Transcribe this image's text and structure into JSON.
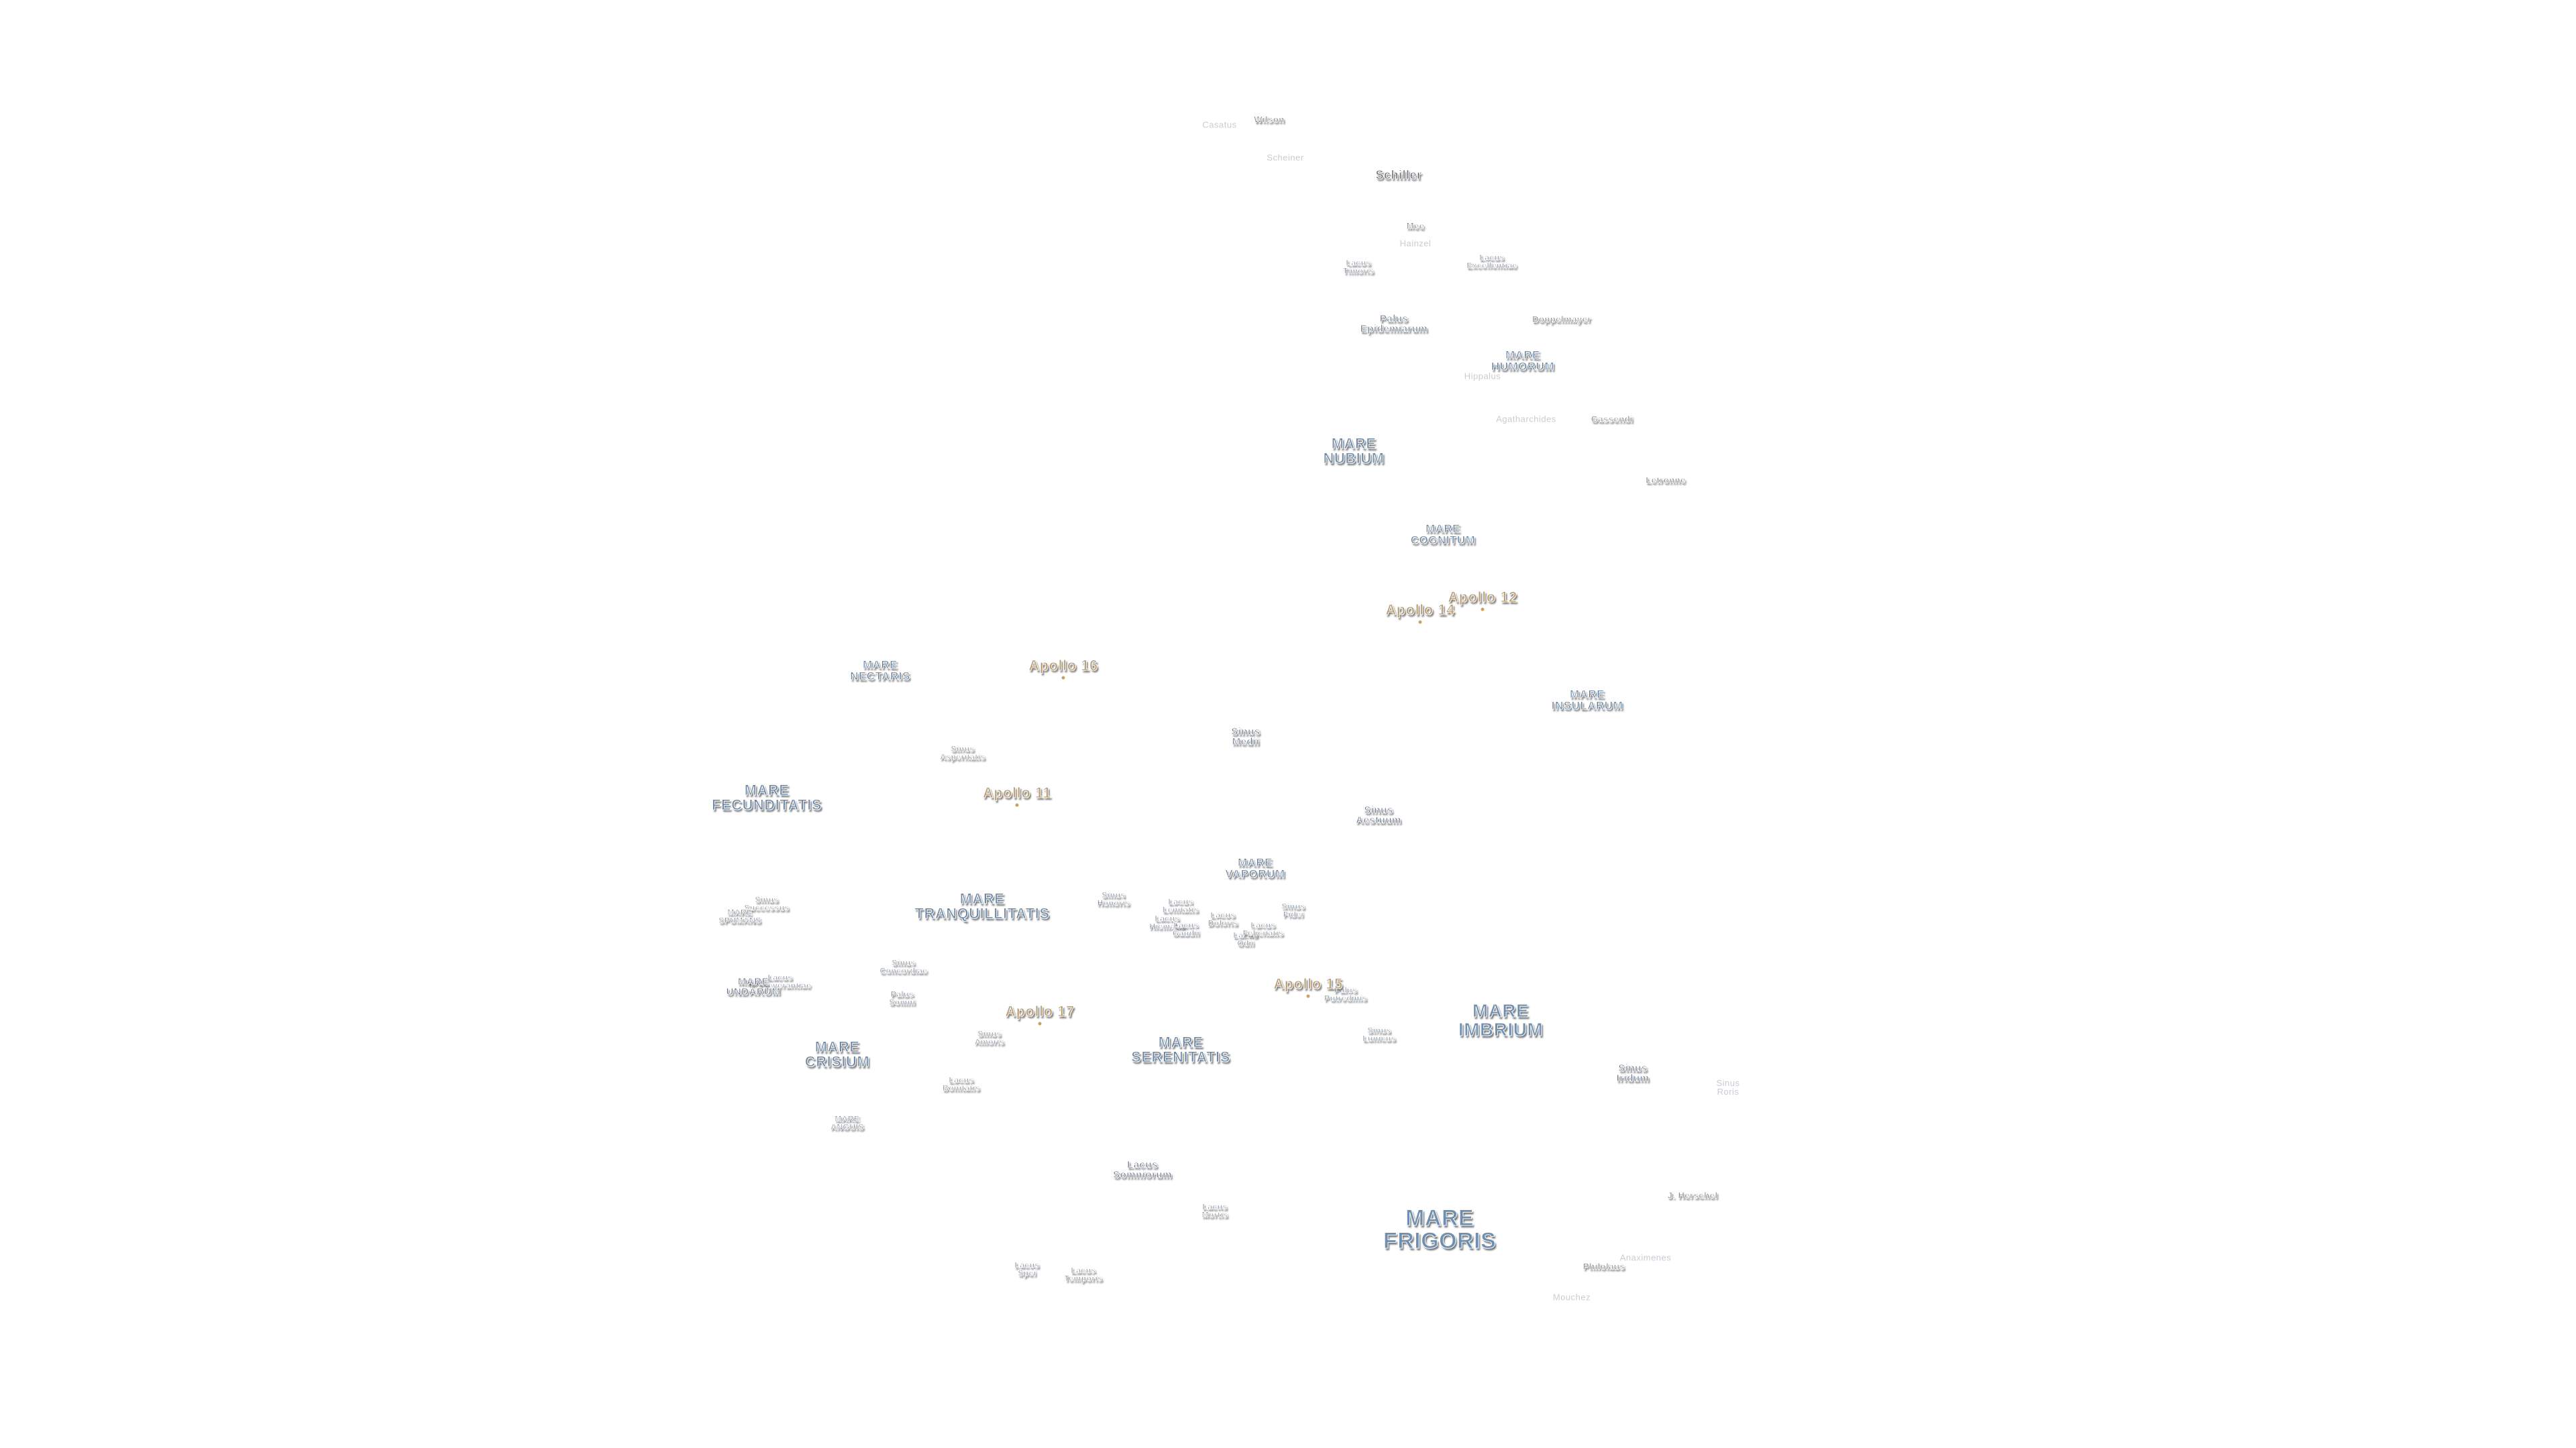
{
  "map": {
    "labels": [
      {
        "text": "Casatus",
        "kind": "faint"
      },
      {
        "text": "Wilson",
        "kind": "crater-s"
      },
      {
        "text": "Scheiner",
        "kind": "faint"
      },
      {
        "text": "Schiller",
        "kind": "crater"
      },
      {
        "text": "Mee",
        "kind": "crater-s"
      },
      {
        "text": "Hainzel",
        "kind": "faint"
      },
      {
        "text": "Lacus\nTimoris",
        "kind": "feat-xs"
      },
      {
        "text": "Lacus\nExcellentiae",
        "kind": "feat-xs"
      },
      {
        "text": "Palus\nEpidemiarum",
        "kind": "feat"
      },
      {
        "text": "Doppelmayer",
        "kind": "crater-s"
      },
      {
        "text": "MARE\nHUMORUM",
        "kind": "mare-s"
      },
      {
        "text": "Hippalus",
        "kind": "faint"
      },
      {
        "text": "Agatharchides",
        "kind": "faint"
      },
      {
        "text": "Gassendi",
        "kind": "crater-s"
      },
      {
        "text": "MARE\nNUBIUM",
        "kind": "mare-m"
      },
      {
        "text": "Letronne",
        "kind": "crater-s"
      },
      {
        "text": "MARE\nCOGNITUM",
        "kind": "mare-s"
      },
      {
        "text": "MARE\nNECTARIS",
        "kind": "mare-s"
      },
      {
        "text": "MARE\nINSULARUM",
        "kind": "mare-s"
      },
      {
        "text": "Sinus\nMedii",
        "kind": "feat"
      },
      {
        "text": "Sinus\nAsperitatis",
        "kind": "feat-xs"
      },
      {
        "text": "MARE\nFECUNDITATIS",
        "kind": "mare-m"
      },
      {
        "text": "Sinus\nAestuum",
        "kind": "feat"
      },
      {
        "text": "MARE\nVAPORUM",
        "kind": "mare-s"
      },
      {
        "text": "MARE\nTRANQUILLITATIS",
        "kind": "mare-m"
      },
      {
        "text": "Sinus\nSuccessus",
        "kind": "feat-xs"
      },
      {
        "text": "MARE\nSPUMANS",
        "kind": "feat-xs"
      },
      {
        "text": "Sinus\nHonoris",
        "kind": "feat-xs"
      },
      {
        "text": "Lacus\nLenitatis",
        "kind": "feat-xs"
      },
      {
        "text": "Lacus\nHiemalis",
        "kind": "feat-xs"
      },
      {
        "text": "Lacus\nGaudii",
        "kind": "feat-xs"
      },
      {
        "text": "Lacus\nDoloris",
        "kind": "feat-xs"
      },
      {
        "text": "Lacus\nOdii",
        "kind": "feat-xs"
      },
      {
        "text": "Lacus\nFelicitatis",
        "kind": "feat-xs"
      },
      {
        "text": "Sinus\nFidei",
        "kind": "feat-xs"
      },
      {
        "text": "Sinus\nConcordiae",
        "kind": "feat-xs"
      },
      {
        "text": "Lacus\nPerseverantiae",
        "kind": "feat-xs"
      },
      {
        "text": "MARE\nUNDARUM",
        "kind": "feat"
      },
      {
        "text": "Palus\nSomni",
        "kind": "feat-xs"
      },
      {
        "text": "Palus\nPutredinis",
        "kind": "feat-xs"
      },
      {
        "text": "MARE\nIMBRIUM",
        "kind": "mare-l"
      },
      {
        "text": "Sinus\nAmoris",
        "kind": "feat-xs"
      },
      {
        "text": "MARE\nCRISIUM",
        "kind": "mare-m"
      },
      {
        "text": "MARE\nSERENITATIS",
        "kind": "mare-m"
      },
      {
        "text": "Sinus\nLunicus",
        "kind": "feat-xs"
      },
      {
        "text": "Lacus\nBonitatis",
        "kind": "feat-xs"
      },
      {
        "text": "Sinus\nIridum",
        "kind": "feat"
      },
      {
        "text": "Sinus\nRoris",
        "kind": "faint"
      },
      {
        "text": "MARE\nANGUIS",
        "kind": "feat-xs"
      },
      {
        "text": "Lacus\nSomniorum",
        "kind": "feat"
      },
      {
        "text": "J. Herschel",
        "kind": "crater-s"
      },
      {
        "text": "Lacus\nMortis",
        "kind": "feat-xs"
      },
      {
        "text": "MARE\nFRIGORIS",
        "kind": "mare-xl"
      },
      {
        "text": "Anaximenes",
        "kind": "faint"
      },
      {
        "text": "Philolaus",
        "kind": "crater-s"
      },
      {
        "text": "Lacus\nSpei",
        "kind": "feat-xs"
      },
      {
        "text": "Lacus\nTemporis",
        "kind": "feat-xs"
      },
      {
        "text": "Mouchez",
        "kind": "faint"
      }
    ],
    "apollo": [
      {
        "text": "Apollo 12"
      },
      {
        "text": "Apollo 14"
      },
      {
        "text": "Apollo 16"
      },
      {
        "text": "Apollo 11"
      },
      {
        "text": "Apollo 17"
      },
      {
        "text": "Apollo 15"
      }
    ]
  }
}
